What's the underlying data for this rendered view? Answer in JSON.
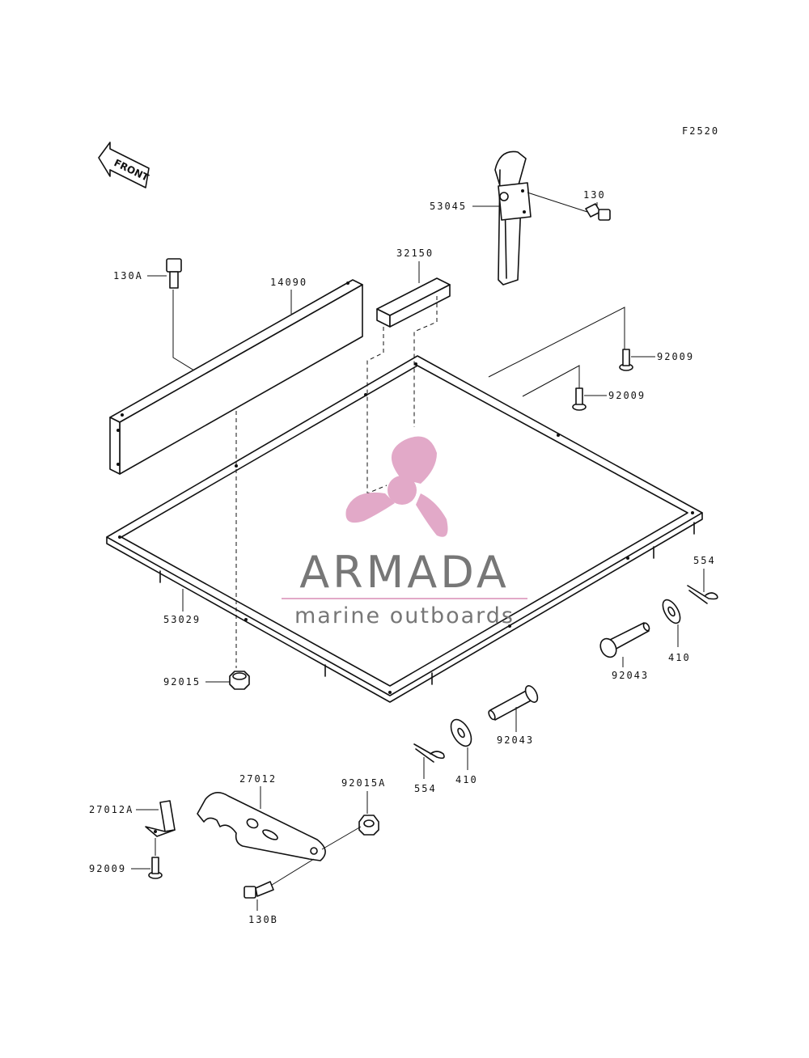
{
  "figure_code": "F2520",
  "front_marker": "FRONT",
  "parts": {
    "p53045": "53045",
    "p130": "130",
    "p32150": "32150",
    "p130A": "130A",
    "p14090": "14090",
    "p92009_a": "92009",
    "p92009_b": "92009",
    "p53029": "53029",
    "p554_a": "554",
    "p410_a": "410",
    "p92043_a": "92043",
    "p92015": "92015",
    "p92043_b": "92043",
    "p410_b": "410",
    "p554_b": "554",
    "p27012": "27012",
    "p92015A": "92015A",
    "p27012A": "27012A",
    "p92009_c": "92009",
    "p130B": "130B"
  },
  "watermark": {
    "brand": "ARMADA",
    "tagline": "marine outboards",
    "colors": {
      "propeller": "#e2a9c8",
      "brand_text": "#777777",
      "rule": "#e2a9c8"
    }
  }
}
